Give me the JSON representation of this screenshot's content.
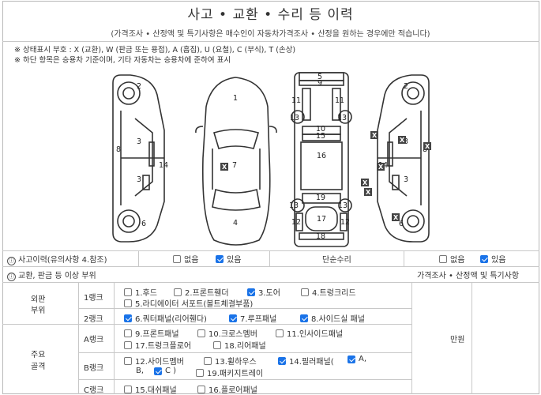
{
  "header": {
    "title": "사고 • 교환 • 수리 등 이력",
    "subtitle": "(가격조사 • 산정액 및 특기사항은 매수인이 자동차가격조사 • 산정을 원하는 경우에만 적습니다)"
  },
  "notes": {
    "legend": "※ 상태표시 부호 : X (교환), W (판금 또는 용접), A (흠집), U (요철), C (부식), T (손상)",
    "basis": "※ 하단 항목은 승용차 기준이며, 기타 자동차는 승용차에 준하여 표시"
  },
  "diagram": {
    "part_numbers": [
      "1",
      "2",
      "3",
      "4",
      "5",
      "6",
      "7",
      "8",
      "9",
      "10",
      "11",
      "12",
      "13",
      "14",
      "15",
      "16",
      "17",
      "18",
      "19"
    ],
    "mark_x": "X"
  },
  "accident_row": {
    "icon": "warning-circle-icon",
    "label": "사고이력(유의사항 4.참조)",
    "no_label": "없음",
    "yes_label": "있음",
    "no_checked": false,
    "yes_checked": true,
    "repair_label": "단순수리",
    "repair_no_label": "없음",
    "repair_yes_label": "있음",
    "repair_no_checked": false,
    "repair_yes_checked": true
  },
  "exchange_row": {
    "icon": "warning-circle-icon",
    "label": "교환, 판금 등 이상 부위",
    "price_header": "가격조사 • 산정액 및 특기사항"
  },
  "outer": {
    "group_label_1": "외판",
    "group_label_2": "부위",
    "rank1": {
      "label": "1랭크",
      "items": [
        {
          "text": "1.후드",
          "checked": false
        },
        {
          "text": "2.프론트휀더",
          "checked": false
        },
        {
          "text": "3.도어",
          "checked": true
        },
        {
          "text": "4.트렁크리드",
          "checked": false
        },
        {
          "text": "5.라디에이터 서포트(볼트체결부품)",
          "checked": false
        }
      ]
    },
    "rank2": {
      "label": "2랭크",
      "items": [
        {
          "text": "6.쿼터패널(리어휀다)",
          "checked": true
        },
        {
          "text": "7.루프패널",
          "checked": true
        },
        {
          "text": "8.사이드실 패널",
          "checked": true
        }
      ]
    }
  },
  "frame": {
    "group_label_1": "주요",
    "group_label_2": "골격",
    "rankA": {
      "label": "A랭크",
      "items": [
        {
          "text": "9.프론트패널",
          "checked": false
        },
        {
          "text": "10.크로스멤버",
          "checked": false
        },
        {
          "text": "11.인사이드패널",
          "checked": false
        },
        {
          "text": "17.트렁크플로어",
          "checked": false
        },
        {
          "text": "18.리어패널",
          "checked": false
        }
      ]
    },
    "rankB": {
      "label": "B랭크",
      "items": [
        {
          "text": "12.사이드멤버",
          "checked": false
        },
        {
          "text": "13.휠하우스",
          "checked": false
        },
        {
          "text": "14.필러패널(",
          "checked": true
        },
        {
          "text": "A,",
          "checked": true
        },
        {
          "text": "B,",
          "checked": false
        },
        {
          "text": "C )",
          "checked": true
        },
        {
          "text": "19.패키지트레이",
          "checked": false
        }
      ]
    },
    "rankC": {
      "label": "C랭크",
      "items": [
        {
          "text": "15.대쉬패널",
          "checked": false
        },
        {
          "text": "16.플로어패널",
          "checked": false
        }
      ]
    }
  },
  "price": {
    "unit": "만원"
  }
}
